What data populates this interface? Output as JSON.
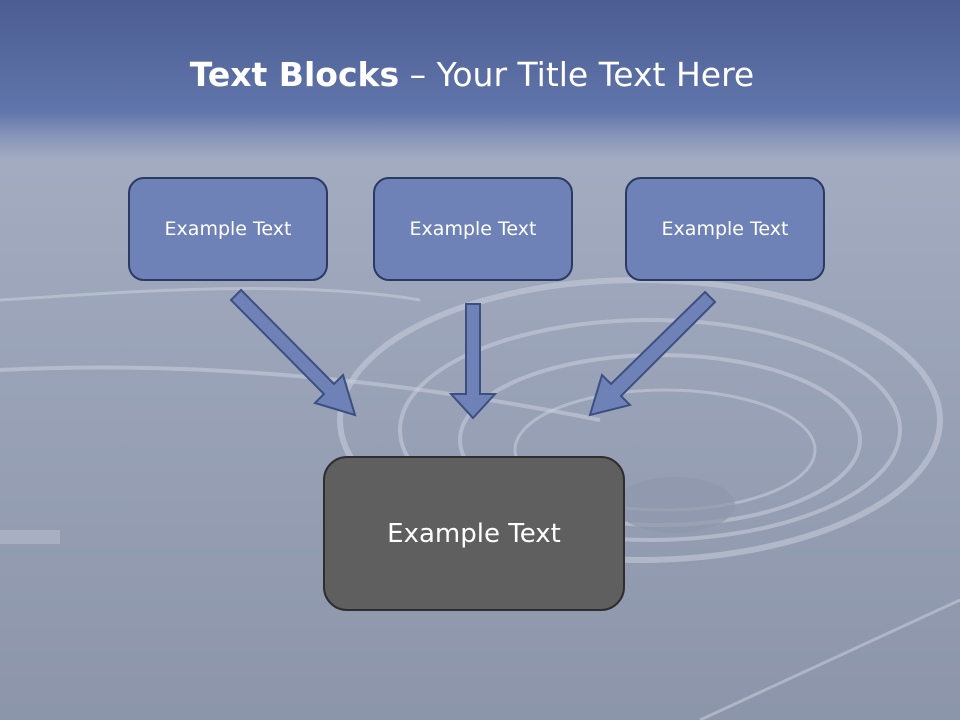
{
  "title": {
    "bold": "Text Blocks",
    "dash": " – ",
    "rest": "Your Title Text Here"
  },
  "blocks": [
    "Example Text",
    "Example Text",
    "Example Text"
  ],
  "main_block": "Example Text",
  "colors": {
    "header": "#5a6ea3",
    "block_fill": "#6e82b8",
    "block_border": "#2b3a63",
    "main_fill": "#5f5f5f",
    "arrow": "#6e82b8"
  }
}
